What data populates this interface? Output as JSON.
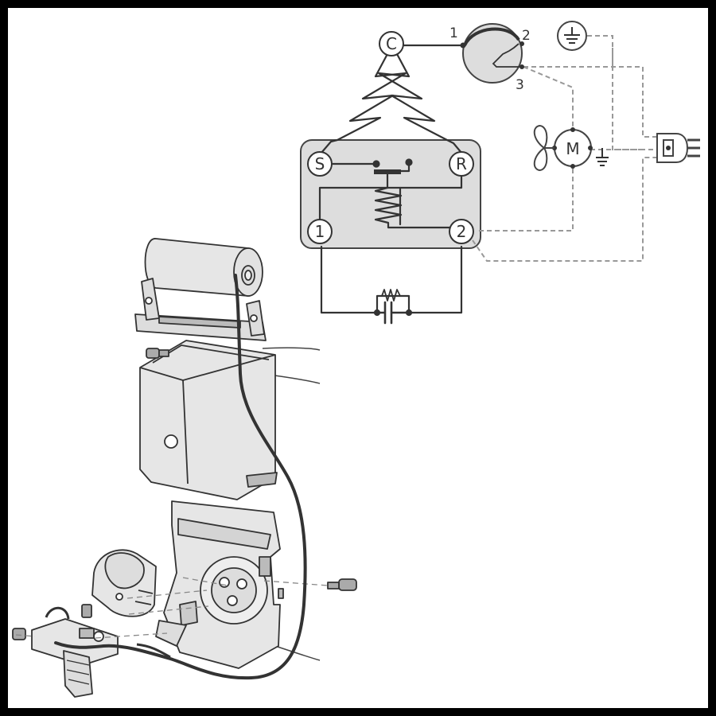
{
  "diagram": {
    "terminals": {
      "common": "C",
      "start": "S",
      "run": "R",
      "relay_1": "1",
      "relay_2": "2"
    },
    "thermostat_pins": [
      "1",
      "2",
      "3"
    ],
    "fan_motor": "M"
  },
  "icons": [
    "ground-icon",
    "fan-icon",
    "plug-icon",
    "capacitor-icon",
    "resistor-icon",
    "screw-icon"
  ]
}
